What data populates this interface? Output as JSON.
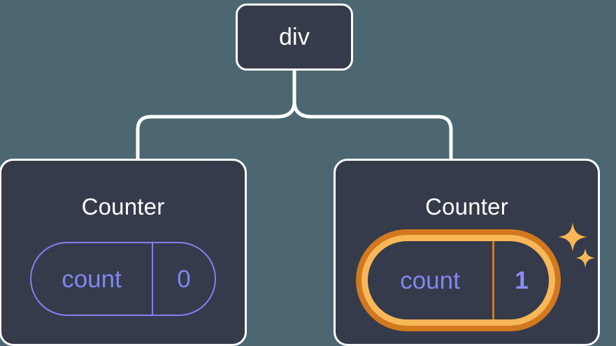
{
  "theme": {
    "background": "#4c6771",
    "node_fill": "#353b4a",
    "node_border": "#ffffff",
    "connector": "#ffffff",
    "state_accent": "#8287f0",
    "highlight_outer": "#d2791e",
    "highlight_inner": "#fab758",
    "sparkle": "#fab758"
  },
  "tree": {
    "root": {
      "label": "div"
    },
    "children": [
      {
        "title": "Counter",
        "state": {
          "key": "count",
          "value": "0",
          "highlighted": false
        }
      },
      {
        "title": "Counter",
        "state": {
          "key": "count",
          "value": "1",
          "highlighted": true
        },
        "sparkles": [
          {
            "name": "sparkle-large"
          },
          {
            "name": "sparkle-small"
          }
        ]
      }
    ]
  }
}
